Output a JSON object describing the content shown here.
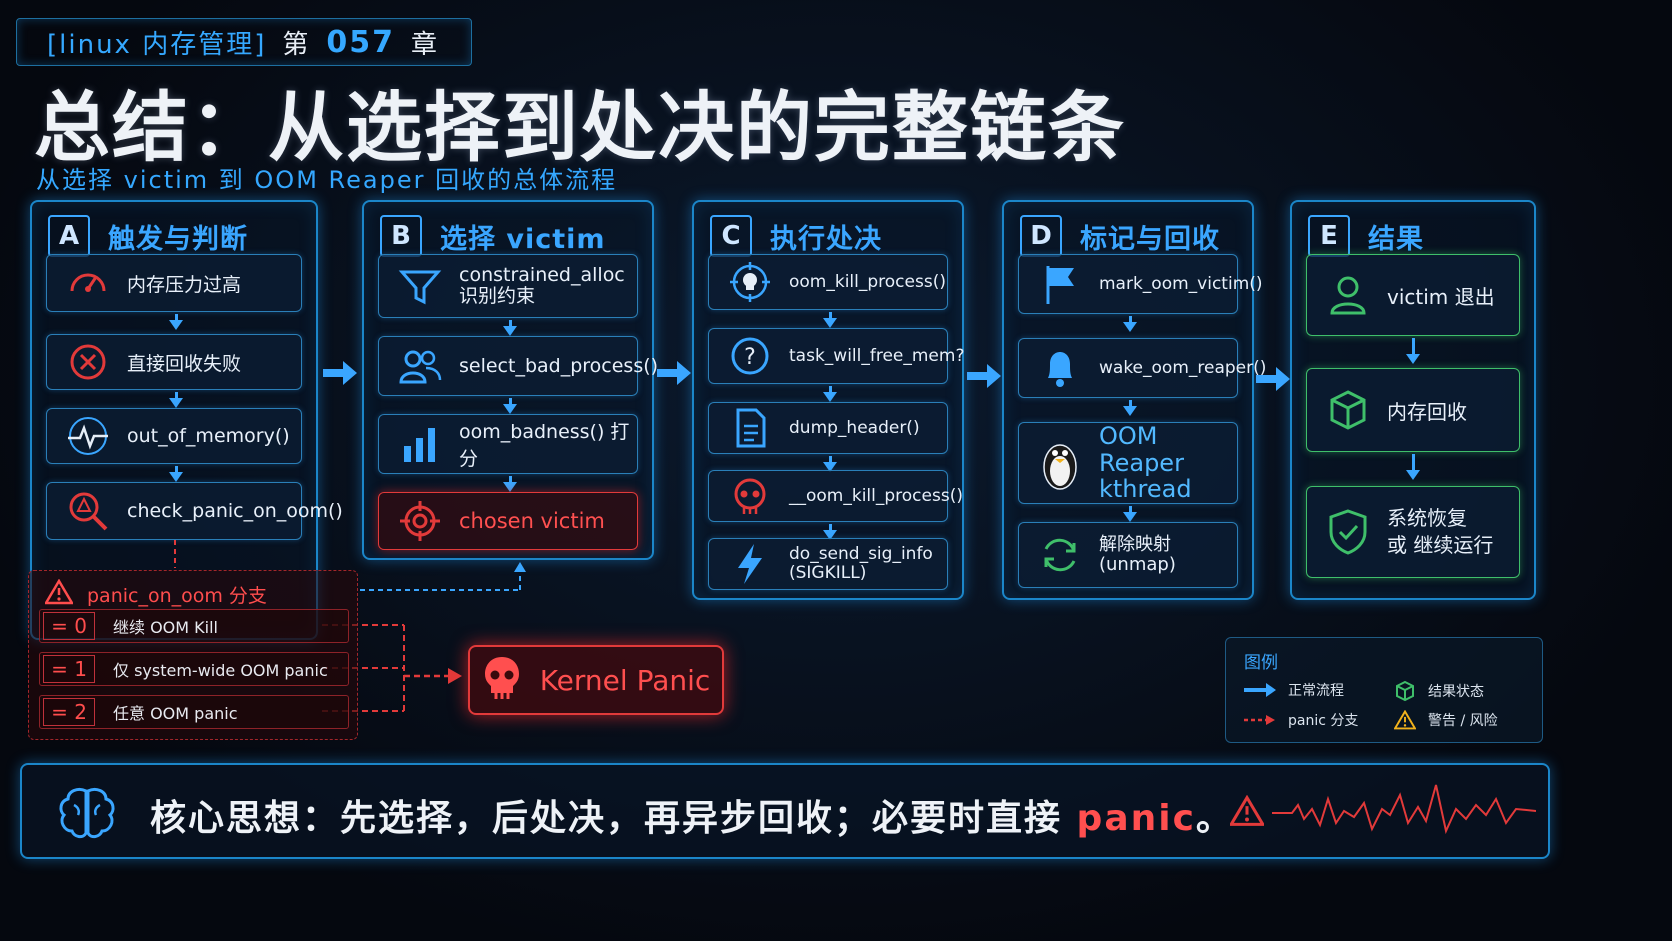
{
  "header": {
    "tag": "[linux 内存管理]",
    "chapter_label": "第",
    "chapter_num": "057",
    "chapter_suffix": "章",
    "title": "总结：从选择到处决的完整链条",
    "subtitle": "从选择 victim 到 OOM Reaper 回收的总体流程"
  },
  "columns": [
    {
      "letter": "A",
      "title": "触发与判断",
      "items": [
        "内存压力过高",
        "直接回收失败",
        "out_of_memory()",
        "check_panic_on_oom()"
      ]
    },
    {
      "letter": "B",
      "title": "选择 victim",
      "items": [
        "constrained_alloc",
        "识别约束",
        "select_bad_process()",
        "oom_badness() 打分",
        "chosen victim"
      ]
    },
    {
      "letter": "C",
      "title": "执行处决",
      "items": [
        "oom_kill_process()",
        "task_will_free_mem?",
        "dump_header()",
        "__oom_kill_process()",
        "do_send_sig_info",
        "(SIGKILL)"
      ]
    },
    {
      "letter": "D",
      "title": "标记与回收",
      "items": [
        "mark_oom_victim()",
        "wake_oom_reaper()",
        "OOM Reaper",
        "kthread",
        "解除映射",
        "(unmap)"
      ]
    },
    {
      "letter": "E",
      "title": "结果",
      "items": [
        "victim 退出",
        "内存回收",
        "系统恢复",
        "或 继续运行"
      ]
    }
  ],
  "panic_branch": {
    "title": "panic_on_oom 分支",
    "rows": [
      {
        "value": "= 0",
        "label": "继续 OOM Kill"
      },
      {
        "value": "= 1",
        "label": "仅 system-wide OOM panic"
      },
      {
        "value": "= 2",
        "label": "任意 OOM panic"
      }
    ]
  },
  "kernel_panic": "Kernel Panic",
  "legend": {
    "title": "图例",
    "normal_flow": "正常流程",
    "panic_branch": "panic 分支",
    "result_state": "结果状态",
    "warning": "警告 / 风险"
  },
  "bottom": {
    "text_main": "核心思想：先选择，后处决，再异步回收；必要时直接 ",
    "text_highlight": "panic",
    "text_end": "。"
  },
  "colors": {
    "accent_blue": "#3aa6ff",
    "danger_red": "#e23a3a",
    "ok_green": "#3fbf6a"
  }
}
